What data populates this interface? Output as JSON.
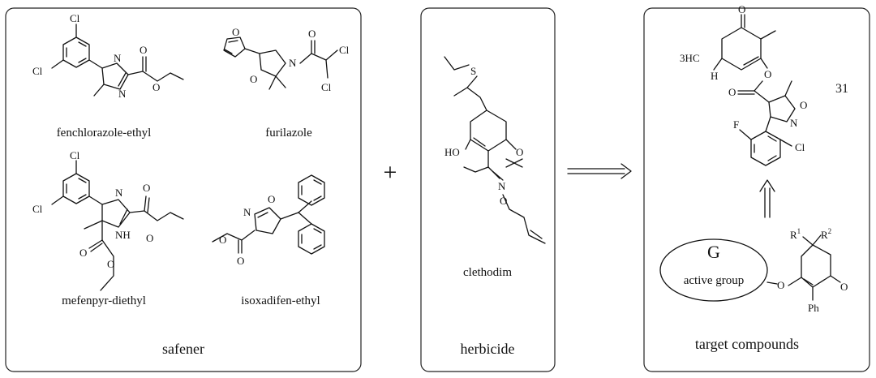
{
  "panels": {
    "safener": {
      "caption": "safener",
      "compounds": [
        "fenchlorazole-ethyl",
        "furilazole",
        "mefenpyr-diethyl",
        "isoxadifen-ethyl"
      ]
    },
    "herbicide": {
      "caption": "herbicide",
      "compound": "clethodim"
    },
    "target": {
      "caption": "target compounds",
      "compound_number": "31",
      "group_letter": "G",
      "group_label": "active group"
    }
  },
  "operators": {
    "plus": "+"
  },
  "atoms": {
    "cl": "Cl",
    "n": "N",
    "o": "O",
    "s": "S",
    "f": "F",
    "h": "H",
    "nh": "NH",
    "ho": "HO",
    "ph": "Ph",
    "hc3": "3HC",
    "r1": "R",
    "r2": "R",
    "sup1": "1",
    "sup2": "2"
  }
}
